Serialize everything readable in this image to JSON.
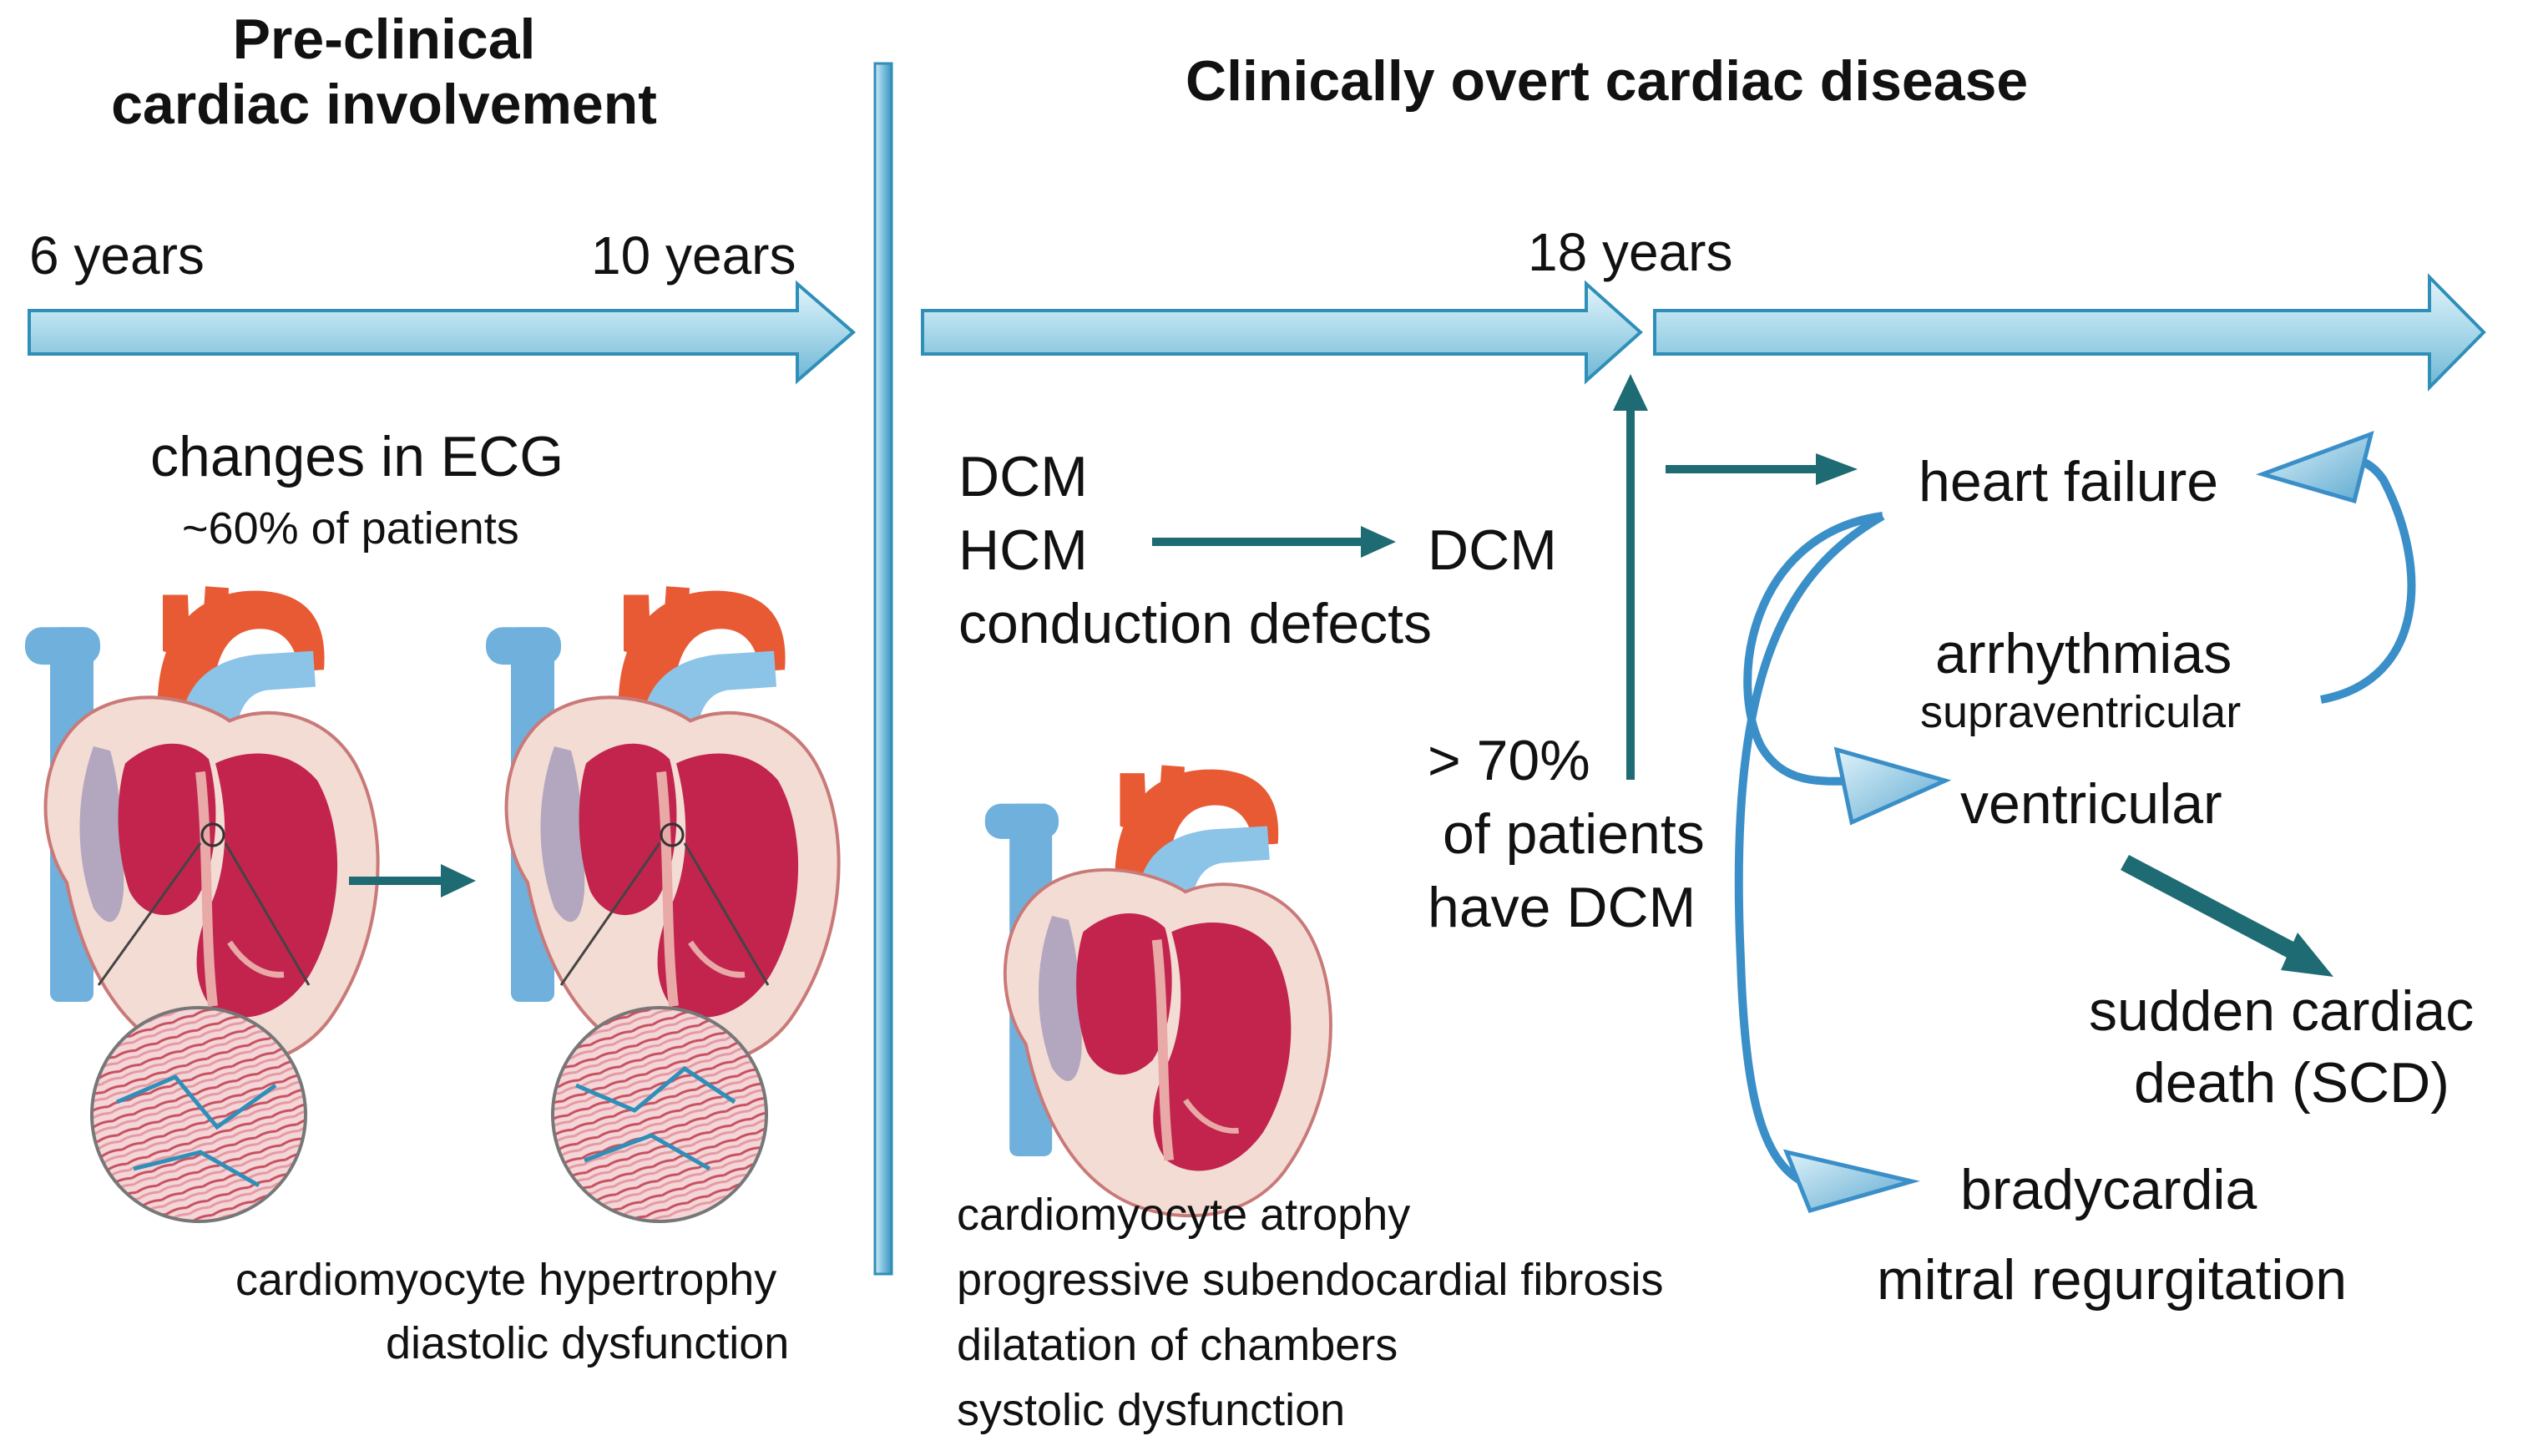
{
  "headers": {
    "preclinical_line1": "Pre-clinical",
    "preclinical_line2": "cardiac involvement",
    "overt": "Clinically overt cardiac disease"
  },
  "timeline": {
    "year_6": "6 years",
    "year_10": "10 years",
    "year_18": "18 years"
  },
  "preclinical": {
    "ecg_title": "changes in ECG",
    "ecg_share": "~60% of patients",
    "caption_line1": "cardiomyocyte hypertrophy",
    "caption_line2": "diastolic dysfunction"
  },
  "overt": {
    "phenotypes": [
      "DCM",
      "HCM",
      "conduction defects"
    ],
    "progression_target": "DCM",
    "stat_line1": "> 70%",
    "stat_line2": "of patients",
    "stat_line3": "have DCM",
    "captions": [
      "cardiomyocyte atrophy",
      "progressive subendocardial fibrosis",
      "dilatation of chambers",
      "systolic dysfunction"
    ]
  },
  "outcomes": {
    "heart_failure": "heart failure",
    "arrhythmias": "arrhythmias",
    "supraventricular": "supraventricular",
    "ventricular": "ventricular",
    "scd_line1": "sudden cardiac",
    "scd_line2": "death (SCD)",
    "bradycardia": "bradycardia",
    "mitral": "mitral regurgitation"
  },
  "colors": {
    "timeline_fill": "#a9d8ea",
    "timeline_stroke": "#2f8fb8",
    "connector_arrow": "#1e6b73",
    "curve_arrow": "#3b8fc8"
  }
}
